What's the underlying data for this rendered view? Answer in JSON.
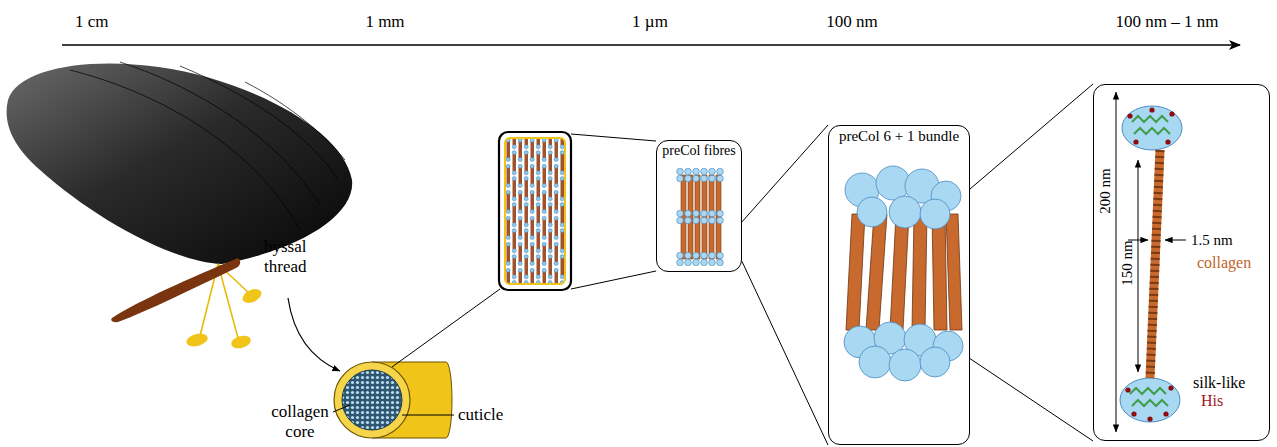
{
  "diagram": {
    "nodes": [
      {
        "text": [
          "preCol fibres"
        ]
      },
      {
        "text": [
          "preCol 6 + 1 bundle"
        ]
      },
      {
        "text": [
          "200 nm",
          "150 nm",
          "1.5 nm",
          "collagen",
          "silk-like",
          "His"
        ]
      }
    ],
    "edges": [
      {
        "from": 0,
        "to": 1,
        "arrow": "none"
      },
      {
        "from": 1,
        "to": 2,
        "arrow": "none"
      }
    ],
    "labels": [
      "1 cm",
      "1 mm",
      "1 µm",
      "100 nm",
      "100 nm – 1 nm",
      "byssal thread",
      "collagen core",
      "cuticle"
    ]
  }
}
